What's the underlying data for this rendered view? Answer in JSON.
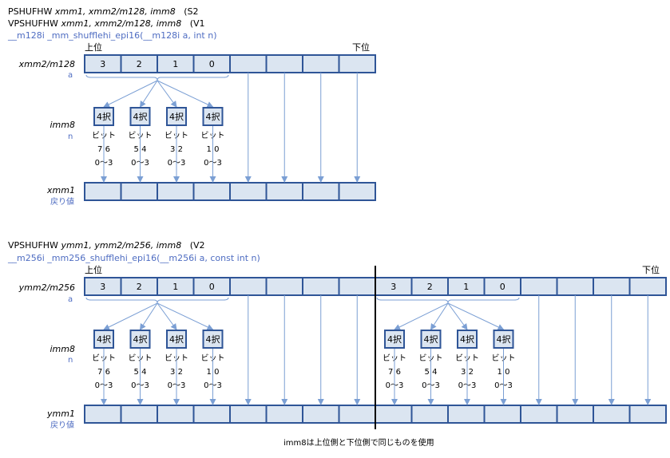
{
  "section1": {
    "line1_prefix": "PSHUFHW ",
    "line1_operands": "xmm1, xmm2/m128, imm8",
    "line1_suffix": "(S2",
    "line2_prefix": "VPSHUFHW ",
    "line2_operands": "xmm1, xmm2/m128, imm8",
    "line2_suffix": "(V1",
    "intrinsic": "__m128i _mm_shufflehi_epi16(__m128i a, int n)",
    "src_label": "xmm2/m128",
    "src_sub": "a",
    "imm_label": "imm8",
    "imm_sub": "n",
    "dst_label": "xmm1",
    "dst_sub": "戻り値",
    "upper": "上位",
    "lower": "下位"
  },
  "section2": {
    "line1_prefix": "VPSHUFHW ",
    "line1_operands": "ymm1, ymm2/m256, imm8",
    "line1_suffix": "(V2",
    "intrinsic": "__m256i _mm256_shufflehi_epi16(__m256i a, const int n)",
    "src_label": "ymm2/m256",
    "src_sub": "a",
    "imm_label": "imm8",
    "imm_sub": "n",
    "dst_label": "ymm1",
    "dst_sub": "戻り値",
    "upper": "上位",
    "lower": "下位"
  },
  "cell_numbers": [
    "3",
    "2",
    "1",
    "0"
  ],
  "selector": "4択",
  "bit_word": "ビット",
  "bit_fields": [
    "7 6",
    "5 4",
    "3 2",
    "1 0"
  ],
  "range": "0〜3",
  "footnote": "imm8は上位側と下位側で同じものを使用",
  "colors": {
    "cell_fill": "#dbe5f1",
    "cell_border": "#2f5597",
    "arrow": "#7b9fd4",
    "label_blue": "#4f6dc2"
  }
}
